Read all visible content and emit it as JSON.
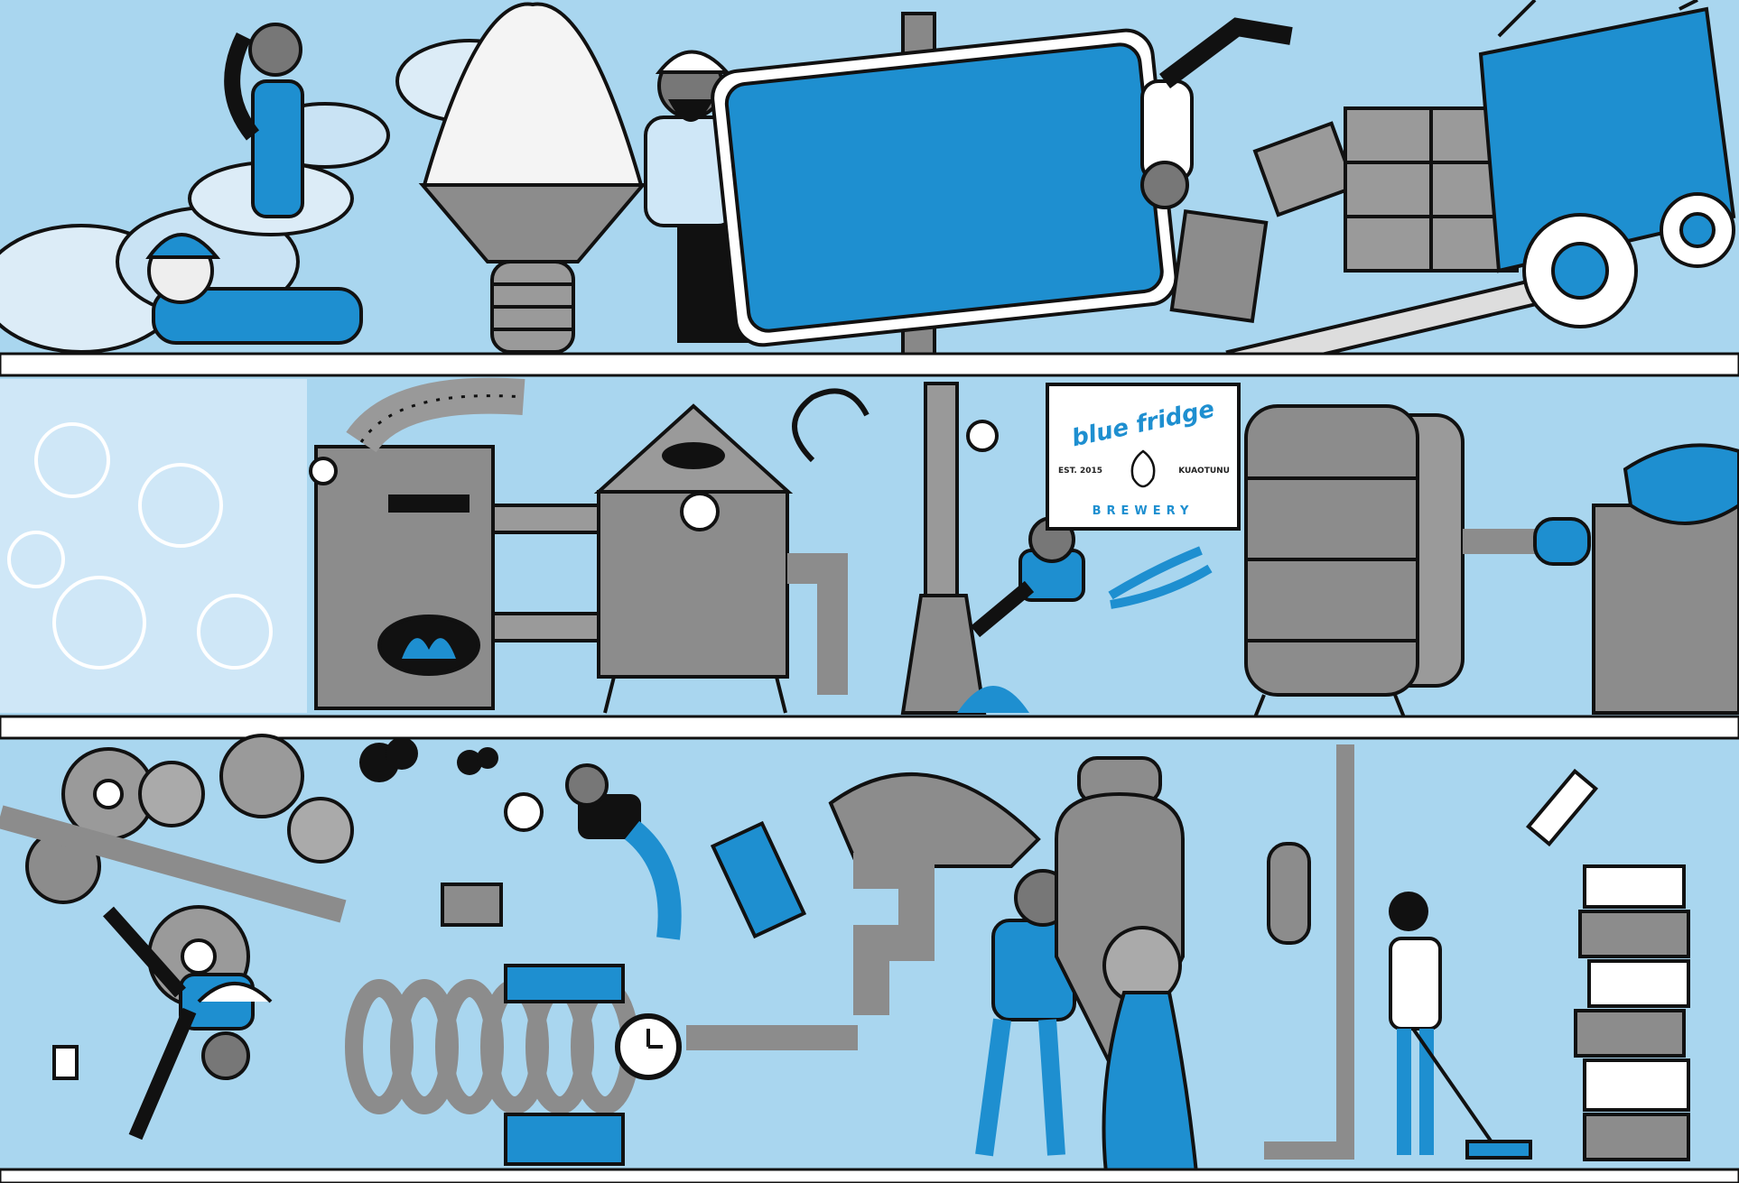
{
  "illustration": {
    "palette": {
      "sky": "#a9d6ef",
      "accent_blue": "#1e8fd0",
      "metal_grey": "#8c8c8c",
      "ink": "#111111",
      "white": "#ffffff"
    },
    "logo": {
      "name": "blue fridge",
      "established": "EST. 2015",
      "location": "KUAOTUNU",
      "subtitle": "BREWERY"
    }
  }
}
